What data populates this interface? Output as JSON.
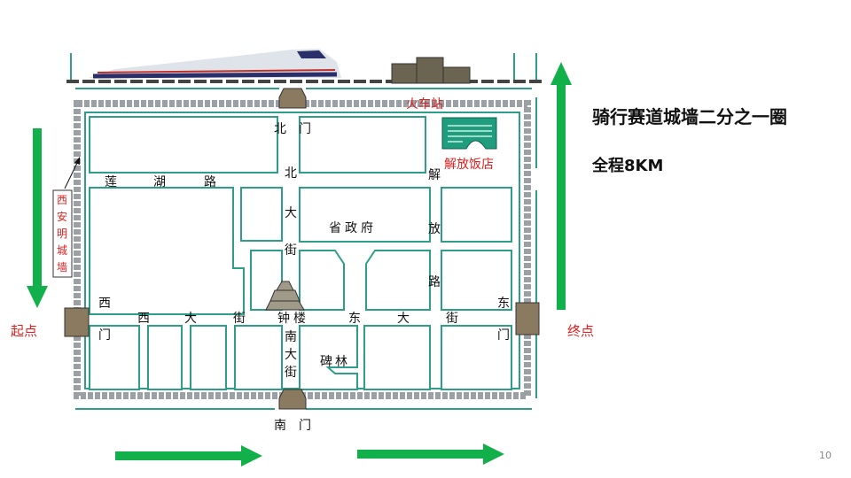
{
  "slide": {
    "title_line1": "骑行赛道城墙二分之一圈",
    "title_line2": "全程8KM",
    "start_label": "起点",
    "end_label": "终点",
    "page_number": "10"
  },
  "map": {
    "station": "火车站",
    "hotel": "解放饭店",
    "wall_label": [
      "西",
      "安",
      "明",
      "城",
      "墙"
    ],
    "north_gate": "北　门",
    "south_gate": "南　门",
    "west_gate": [
      "西",
      "门"
    ],
    "east_gate": [
      "东",
      "门"
    ],
    "lianhu_road": [
      "莲",
      "湖",
      "路"
    ],
    "bei_dajie": [
      "北",
      "大",
      "街"
    ],
    "jiefang_road": [
      "解",
      "放",
      "路"
    ],
    "gov": "省政府",
    "xi_dajie": [
      "西",
      "大",
      "街"
    ],
    "bell_tower": "钟楼",
    "dong_dajie": [
      "东",
      "大",
      "街"
    ],
    "nan_dajie": [
      "南",
      "大",
      "街"
    ],
    "beilin": "碑林"
  },
  "colors": {
    "road": "#2e9e8a",
    "wall": "#9aa0a6",
    "arrow": "#12b04a",
    "red": "#e02020"
  }
}
